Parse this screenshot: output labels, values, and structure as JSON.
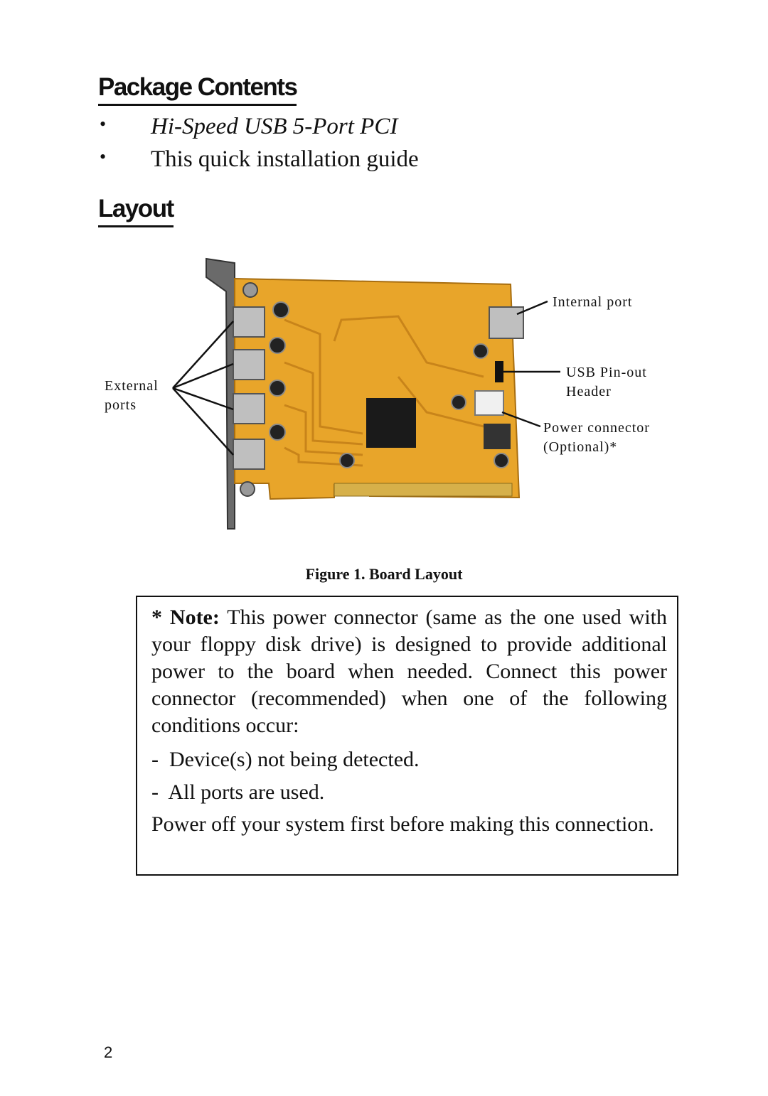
{
  "sections": {
    "package_contents": {
      "heading": "Package Contents",
      "items": [
        "Hi-Speed USB 5-Port PCI",
        "This quick installation guide"
      ]
    },
    "layout": {
      "heading": "Layout"
    }
  },
  "figure": {
    "callouts": {
      "external_ports": "External\nports",
      "internal_port": "Internal port",
      "usb_header": "USB Pin-out\nHeader",
      "power_connector": "Power connector\n(Optional)*"
    },
    "caption": "Figure 1.  Board Layout"
  },
  "note": {
    "label": "* Note:",
    "body": "This power connector (same as the one used with your floppy disk drive) is designed to provide additional power to the board when needed. Connect this power connector (recommended) when one of the following conditions occur:",
    "conditions": [
      "Device(s) not being detected.",
      "All ports are used."
    ],
    "closing": "Power off your system first before making this connection."
  },
  "page_number": "2",
  "colors": {
    "board": "#e8a52a",
    "trace": "#c8841a",
    "ink": "#111111"
  }
}
